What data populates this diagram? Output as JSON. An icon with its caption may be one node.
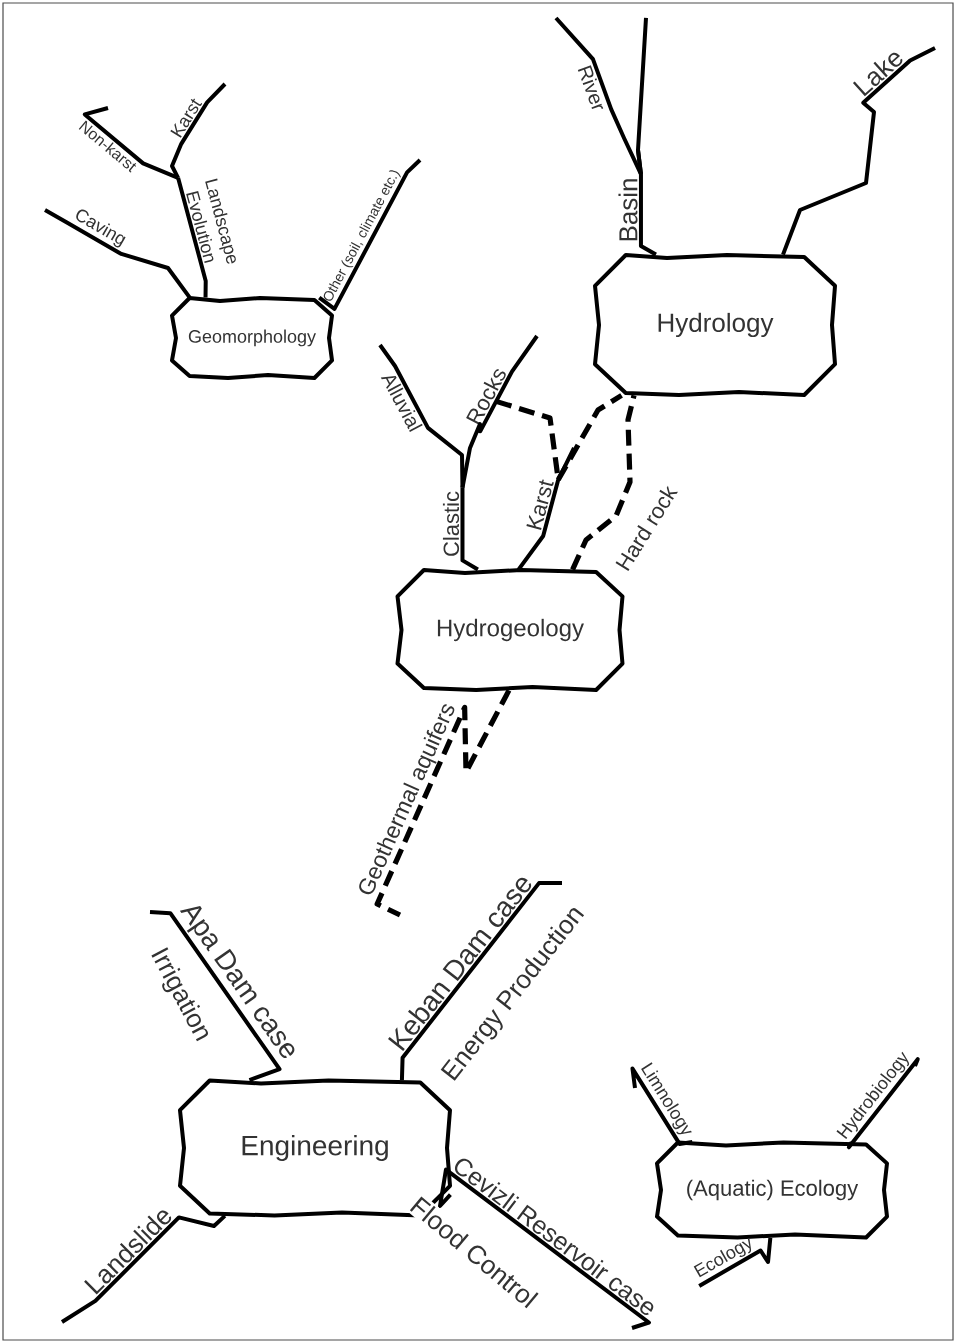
{
  "diagram": {
    "nodes": [
      {
        "text": [
          "Geomorphology"
        ]
      },
      {
        "text": [
          "Caving"
        ]
      },
      {
        "text": [
          "Landscape Evolution"
        ]
      },
      {
        "text": [
          "Non-karst"
        ]
      },
      {
        "text": [
          "Karst"
        ]
      },
      {
        "text": [
          "Other (soil, climate etc.)"
        ]
      },
      {
        "text": [
          "Hydrology"
        ]
      },
      {
        "text": [
          "Basin"
        ]
      },
      {
        "text": [
          "River"
        ]
      },
      {
        "text": [
          "Lake"
        ]
      },
      {
        "text": [
          "Hydrogeology"
        ]
      },
      {
        "text": [
          "Clastic"
        ]
      },
      {
        "text": [
          "Alluvial"
        ]
      },
      {
        "text": [
          "Rocks"
        ]
      },
      {
        "text": [
          "Karst"
        ]
      },
      {
        "text": [
          "Geothermal aquifers"
        ]
      },
      {
        "text": [
          "Engineering"
        ]
      },
      {
        "text": [
          "Apa Dam case"
        ]
      },
      {
        "text": [
          "Keban Dam case"
        ]
      },
      {
        "text": [
          "Cevizli Reservoir case"
        ]
      },
      {
        "text": [
          "Landslide"
        ]
      },
      {
        "text": [
          "(Aquatic) Ecology"
        ]
      },
      {
        "text": [
          "Limnology"
        ]
      },
      {
        "text": [
          "Hydrobiology"
        ]
      },
      {
        "text": [
          "Ecology"
        ]
      }
    ],
    "edges": [
      {
        "from": 0,
        "to": 1,
        "arrow": "none"
      },
      {
        "from": 0,
        "to": 2,
        "arrow": "none"
      },
      {
        "from": 2,
        "to": 3,
        "arrow": "none"
      },
      {
        "from": 2,
        "to": 4,
        "arrow": "none"
      },
      {
        "from": 0,
        "to": 5,
        "arrow": "none"
      },
      {
        "from": 6,
        "to": 7,
        "arrow": "none"
      },
      {
        "from": 7,
        "to": 8,
        "arrow": "none"
      },
      {
        "from": 7,
        "to": null,
        "arrow": "none"
      },
      {
        "from": 6,
        "to": 9,
        "arrow": "none"
      },
      {
        "from": 10,
        "to": 11,
        "arrow": "none"
      },
      {
        "from": 11,
        "to": 12,
        "arrow": "none"
      },
      {
        "from": 11,
        "to": 13,
        "arrow": "none"
      },
      {
        "from": 10,
        "to": 14,
        "arrow": "none"
      },
      {
        "from": 13,
        "to": 14,
        "arrow": "none",
        "style": "dashed"
      },
      {
        "from": 14,
        "to": 6,
        "arrow": "none",
        "style": "dashed"
      },
      {
        "from": 10,
        "to": 6,
        "arrow": "none",
        "style": "dashed",
        "label": "Hard rock"
      },
      {
        "from": 10,
        "to": 15,
        "arrow": "none",
        "style": "dashed"
      },
      {
        "from": 16,
        "to": 17,
        "arrow": "none",
        "label": "Irrigation"
      },
      {
        "from": 16,
        "to": 18,
        "arrow": "none",
        "label": "Energy Production"
      },
      {
        "from": 16,
        "to": 19,
        "arrow": "none",
        "label": "Flood Control"
      },
      {
        "from": 16,
        "to": 20,
        "arrow": "none"
      },
      {
        "from": 21,
        "to": 22,
        "arrow": "none"
      },
      {
        "from": 21,
        "to": 23,
        "arrow": "none"
      },
      {
        "from": 21,
        "to": 24,
        "arrow": "none"
      }
    ]
  }
}
